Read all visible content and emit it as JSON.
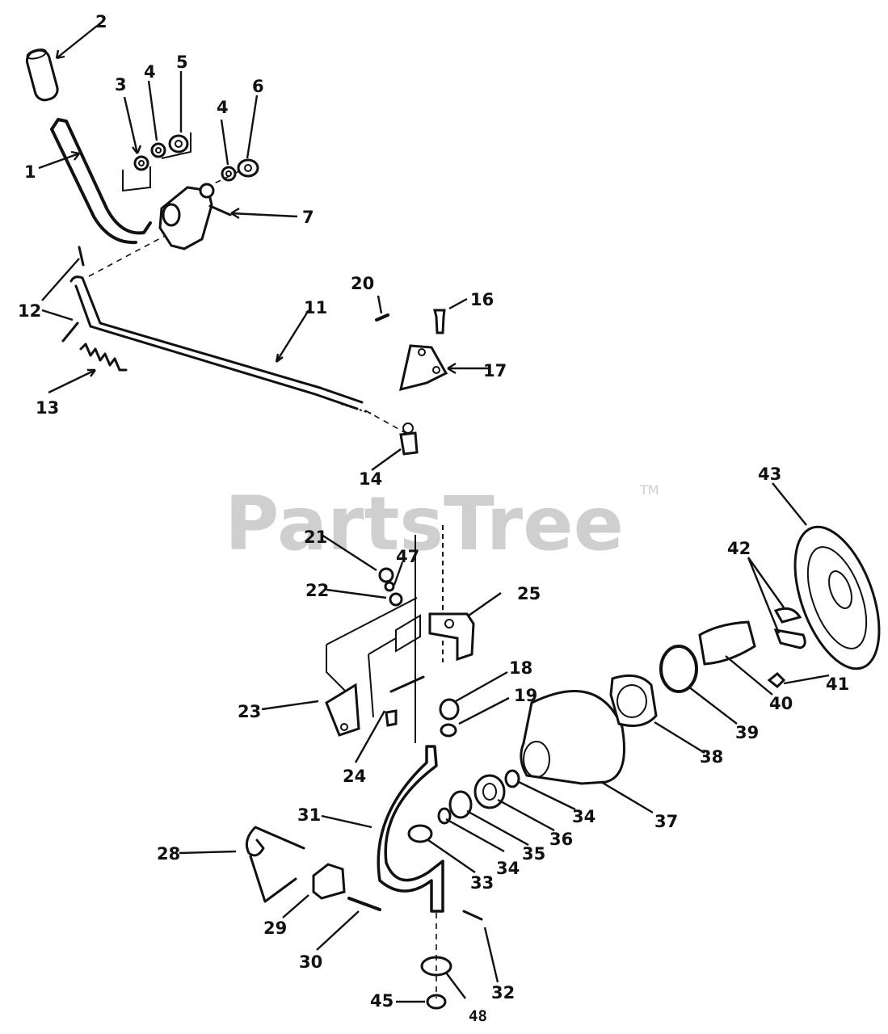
{
  "watermark": {
    "brand": "PartsTree",
    "trademark": "TM"
  },
  "callouts": [
    {
      "id": "c1",
      "label": "1"
    },
    {
      "id": "c2",
      "label": "2"
    },
    {
      "id": "c3",
      "label": "3"
    },
    {
      "id": "c4a",
      "label": "4"
    },
    {
      "id": "c5",
      "label": "5"
    },
    {
      "id": "c4b",
      "label": "4"
    },
    {
      "id": "c6",
      "label": "6"
    },
    {
      "id": "c7",
      "label": "7"
    },
    {
      "id": "c11",
      "label": "11"
    },
    {
      "id": "c12",
      "label": "12"
    },
    {
      "id": "c13",
      "label": "13"
    },
    {
      "id": "c14",
      "label": "14"
    },
    {
      "id": "c16",
      "label": "16"
    },
    {
      "id": "c17",
      "label": "17"
    },
    {
      "id": "c18",
      "label": "18"
    },
    {
      "id": "c19",
      "label": "19"
    },
    {
      "id": "c20",
      "label": "20"
    },
    {
      "id": "c21",
      "label": "21"
    },
    {
      "id": "c22",
      "label": "22"
    },
    {
      "id": "c23",
      "label": "23"
    },
    {
      "id": "c24",
      "label": "24"
    },
    {
      "id": "c25",
      "label": "25"
    },
    {
      "id": "c28",
      "label": "28"
    },
    {
      "id": "c29",
      "label": "29"
    },
    {
      "id": "c30",
      "label": "30"
    },
    {
      "id": "c31",
      "label": "31"
    },
    {
      "id": "c32",
      "label": "32"
    },
    {
      "id": "c33",
      "label": "33"
    },
    {
      "id": "c34a",
      "label": "34"
    },
    {
      "id": "c34b",
      "label": "34"
    },
    {
      "id": "c35",
      "label": "35"
    },
    {
      "id": "c36",
      "label": "36"
    },
    {
      "id": "c37",
      "label": "37"
    },
    {
      "id": "c38",
      "label": "38"
    },
    {
      "id": "c39",
      "label": "39"
    },
    {
      "id": "c40",
      "label": "40"
    },
    {
      "id": "c41",
      "label": "41"
    },
    {
      "id": "c42",
      "label": "42"
    },
    {
      "id": "c43",
      "label": "43"
    },
    {
      "id": "c45",
      "label": "45"
    },
    {
      "id": "c47",
      "label": "47"
    },
    {
      "id": "c48",
      "label": "48"
    }
  ]
}
